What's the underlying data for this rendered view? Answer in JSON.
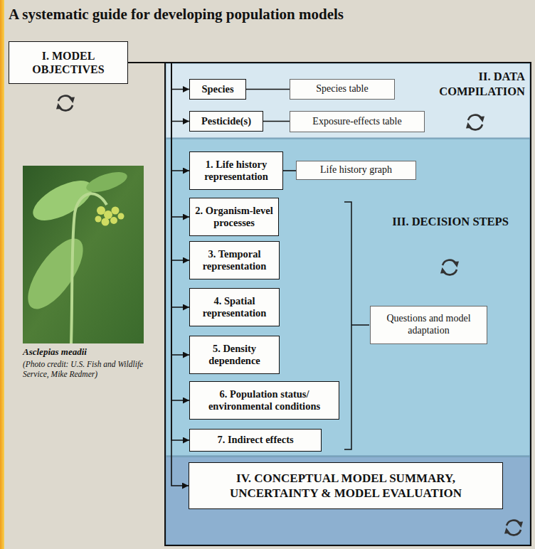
{
  "diagram": {
    "title": "A systematic guide for developing population models",
    "nodes": [
      {
        "text": [
          "I. MODEL OBJECTIVES"
        ]
      },
      {
        "text": [
          "II. DATA COMPILATION"
        ]
      },
      {
        "text": [
          "Species"
        ],
        "in": 1
      },
      {
        "text": [
          "Species table"
        ],
        "in": 1
      },
      {
        "text": [
          "Pesticide(s)"
        ],
        "in": 1
      },
      {
        "text": [
          "Exposure-effects table"
        ],
        "in": 1
      },
      {
        "text": [
          "III. DECISION STEPS"
        ]
      },
      {
        "text": [
          "1. Life history representation"
        ],
        "in": 6
      },
      {
        "text": [
          "Life history graph"
        ],
        "in": 6
      },
      {
        "text": [
          "2. Organism-level processes"
        ],
        "in": 6
      },
      {
        "text": [
          "3. Temporal representation"
        ],
        "in": 6
      },
      {
        "text": [
          "4. Spatial representation"
        ],
        "in": 6
      },
      {
        "text": [
          "5. Density dependence"
        ],
        "in": 6
      },
      {
        "text": [
          "6. Population status/ environmental conditions"
        ],
        "in": 6
      },
      {
        "text": [
          "7. Indirect effects"
        ],
        "in": 6
      },
      {
        "text": [
          "Questions and model adaptation"
        ],
        "in": 6
      },
      {
        "text": [
          "IV. CONCEPTUAL MODEL SUMMARY, UNCERTAINTY & MODEL EVALUATION"
        ]
      }
    ],
    "edges": [
      {
        "from": 0,
        "to": 2,
        "arrow": "to"
      },
      {
        "from": 0,
        "to": 4,
        "arrow": "to"
      },
      {
        "from": 0,
        "to": 7,
        "arrow": "to"
      },
      {
        "from": 0,
        "to": 9,
        "arrow": "to"
      },
      {
        "from": 0,
        "to": 10,
        "arrow": "to"
      },
      {
        "from": 0,
        "to": 11,
        "arrow": "to"
      },
      {
        "from": 0,
        "to": 12,
        "arrow": "to"
      },
      {
        "from": 0,
        "to": 13,
        "arrow": "to"
      },
      {
        "from": 0,
        "to": 14,
        "arrow": "to"
      },
      {
        "from": 0,
        "to": 16,
        "arrow": "to"
      },
      {
        "from": 2,
        "to": 3,
        "arrow": "none"
      },
      {
        "from": 4,
        "to": 5,
        "arrow": "none"
      },
      {
        "from": 7,
        "to": 8,
        "arrow": "none"
      }
    ],
    "labels": [
      "Asclepias meadii",
      "(Photo credit: U.S. Fish and Wildlife Service, Mike Redmer)"
    ]
  }
}
